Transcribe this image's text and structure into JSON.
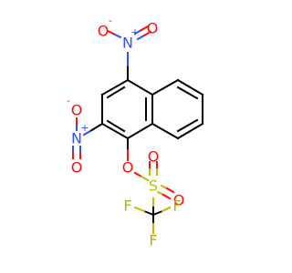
{
  "molecule": {
    "atoms": {
      "o_nitro4_left": {
        "symbol": "O",
        "charge": "-",
        "color": "#ff0d0d"
      },
      "n_nitro4": {
        "symbol": "N",
        "charge": "+",
        "color": "#3050f8"
      },
      "o_nitro4_right": {
        "symbol": "O",
        "color": "#ff0d0d"
      },
      "o_nitro2_left": {
        "symbol": "O",
        "charge": "-",
        "color": "#ff0d0d"
      },
      "n_nitro2": {
        "symbol": "N",
        "charge": "+",
        "color": "#3050f8"
      },
      "o_nitro2_bottom": {
        "symbol": "O",
        "color": "#ff0d0d"
      },
      "o_ester": {
        "symbol": "O",
        "color": "#ff0d0d"
      },
      "s_sulfonyl": {
        "symbol": "S",
        "color": "#bfbf00"
      },
      "o_sulfonyl_top": {
        "symbol": "O",
        "color": "#ff0d0d"
      },
      "o_sulfonyl_right": {
        "symbol": "O",
        "color": "#ff0d0d"
      },
      "f_left": {
        "symbol": "F",
        "color": "#b3b300"
      },
      "f_right": {
        "symbol": "F",
        "color": "#b3b300"
      },
      "f_bottom": {
        "symbol": "F",
        "color": "#b3b300"
      }
    }
  }
}
